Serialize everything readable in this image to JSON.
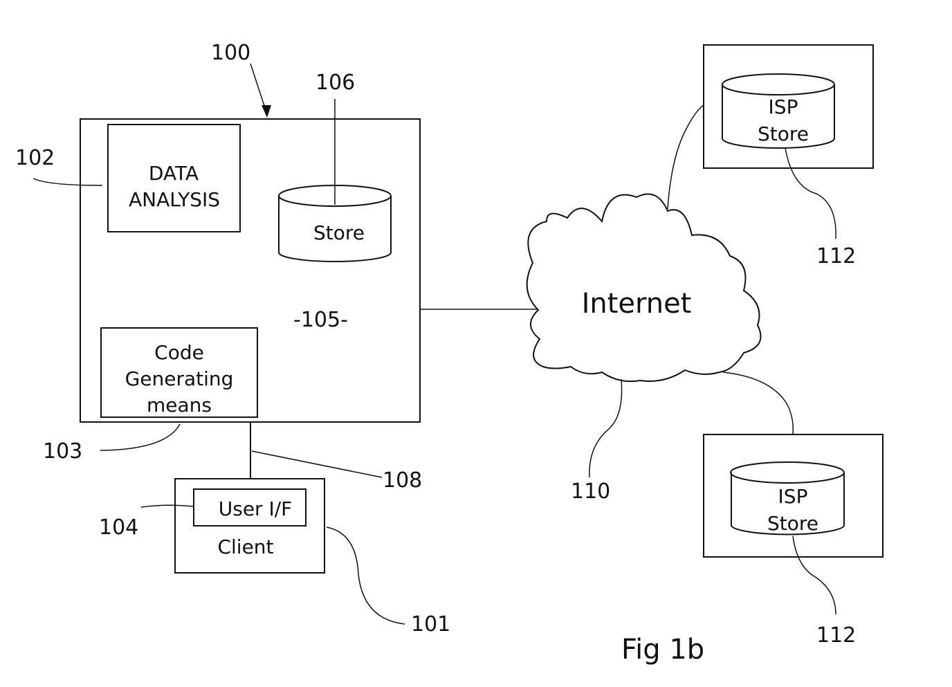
{
  "figure_caption": "Fig 1b",
  "refs": {
    "r100": "100",
    "r101": "101",
    "r102": "102",
    "r103": "103",
    "r104": "104",
    "r105": "-105-",
    "r106": "106",
    "r108": "108",
    "r110": "110",
    "r112a": "112",
    "r112b": "112"
  },
  "server": {
    "data_analysis_line1": "DATA",
    "data_analysis_line2": "ANALYSIS",
    "store_label": "Store",
    "code_line1": "Code",
    "code_line2": "Generating",
    "code_line3": "means"
  },
  "client": {
    "user_if": "User I/F",
    "client_label": "Client"
  },
  "network": {
    "internet_label": "Internet"
  },
  "isp_top": {
    "line1": "ISP",
    "line2": "Store"
  },
  "isp_bottom": {
    "line1": "ISP",
    "line2": "Store"
  }
}
